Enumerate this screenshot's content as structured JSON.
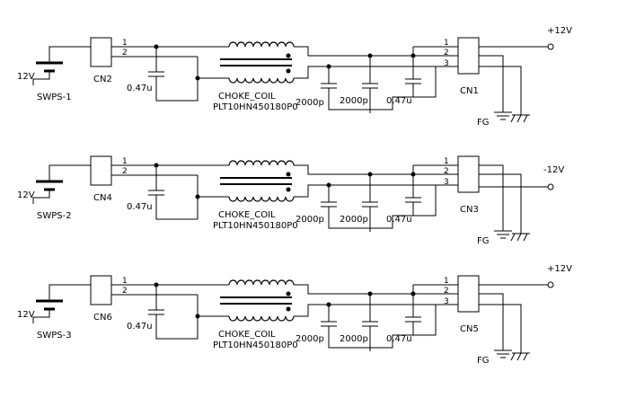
{
  "stages": [
    {
      "battery_voltage": "12V",
      "supply_name": "SWPS-1",
      "input_connector": "CN2",
      "input_pins": [
        "1",
        "2"
      ],
      "input_cap": "0.47u",
      "choke_name": "CHOKE_COIL",
      "choke_part": "PLT10HN450180P0",
      "ycap_1": "2000p",
      "ycap_2": "2000p",
      "output_cap": "0.47u",
      "output_pins": [
        "1",
        "2",
        "3"
      ],
      "output_connector": "CN1",
      "rail_label": "+12V",
      "ground_label": "FG"
    },
    {
      "battery_voltage": "12V",
      "supply_name": "SWPS-2",
      "input_connector": "CN4",
      "input_pins": [
        "1",
        "2"
      ],
      "input_cap": "0.47u",
      "choke_name": "CHOKE_COIL",
      "choke_part": "PLT10HN450180P0",
      "ycap_1": "2000p",
      "ycap_2": "2000p",
      "output_cap": "0.47u",
      "output_pins": [
        "1",
        "2",
        "3"
      ],
      "output_connector": "CN3",
      "rail_label": "-12V",
      "ground_label": "FG"
    },
    {
      "battery_voltage": "12V",
      "supply_name": "SWPS-3",
      "input_connector": "CN6",
      "input_pins": [
        "1",
        "2"
      ],
      "input_cap": "0.47u",
      "choke_name": "CHOKE_COIL",
      "choke_part": "PLT10HN450180P0",
      "ycap_1": "2000p",
      "ycap_2": "2000p",
      "output_cap": "0.47u",
      "output_pins": [
        "1",
        "2",
        "3"
      ],
      "output_connector": "CN5",
      "rail_label": "+12V",
      "ground_label": "FG"
    }
  ]
}
